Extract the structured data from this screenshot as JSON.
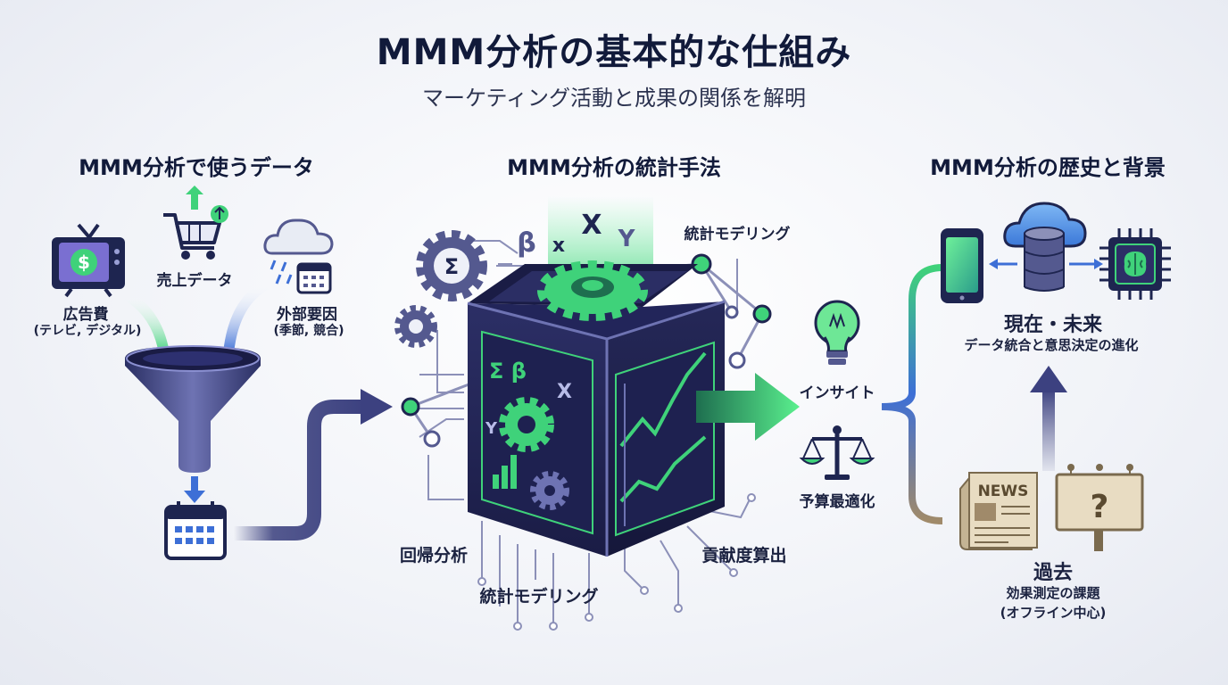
{
  "title": "MMM分析の基本的な仕組み",
  "subtitle": "マーケティング活動と成果の関係を解明",
  "left": {
    "heading": "MMM分析で使うデータ",
    "ad_label": "広告費",
    "ad_sub": "(テレビ, デジタル)",
    "sales_label": "売上データ",
    "external_label": "外部要因",
    "external_sub": "(季節, 競合)"
  },
  "center": {
    "heading": "MMM分析の統計手法",
    "modeling_top": "統計モデリング",
    "regression": "回帰分析",
    "modeling_bottom": "統計モデリング",
    "contribution": "貢献度算出",
    "insight": "インサイト",
    "budget": "予算最適化",
    "symbols": {
      "beta": "β",
      "x": "x",
      "X": "X",
      "Y": "Y",
      "sigma": "Σ",
      "cube_sigma_beta": "Σ β",
      "cube_x": "X",
      "cube_y": "Y"
    }
  },
  "right": {
    "heading": "MMM分析の歴史と背景",
    "present_label": "現在・未来",
    "present_sub": "データ統合と意思決定の進化",
    "news_label": "NEWS",
    "question_mark": "?",
    "past_label": "過去",
    "past_sub1": "効果測定の課題",
    "past_sub2": "(オフライン中心)"
  },
  "colors": {
    "navy": "#1e2550",
    "green": "#3fd27a",
    "purple": "#54598f",
    "blue": "#3d6fd6",
    "tan": "#a08a6a"
  },
  "icons": [
    "tv-dollar-icon",
    "shopping-cart-icon",
    "rain-cloud-icon",
    "calendar-icon",
    "funnel-icon",
    "gear-icon",
    "cube-icon",
    "lightbulb-icon",
    "scale-icon",
    "smartphone-icon",
    "cloud-database-icon",
    "ai-chip-icon",
    "newspaper-icon",
    "question-sign-icon"
  ]
}
